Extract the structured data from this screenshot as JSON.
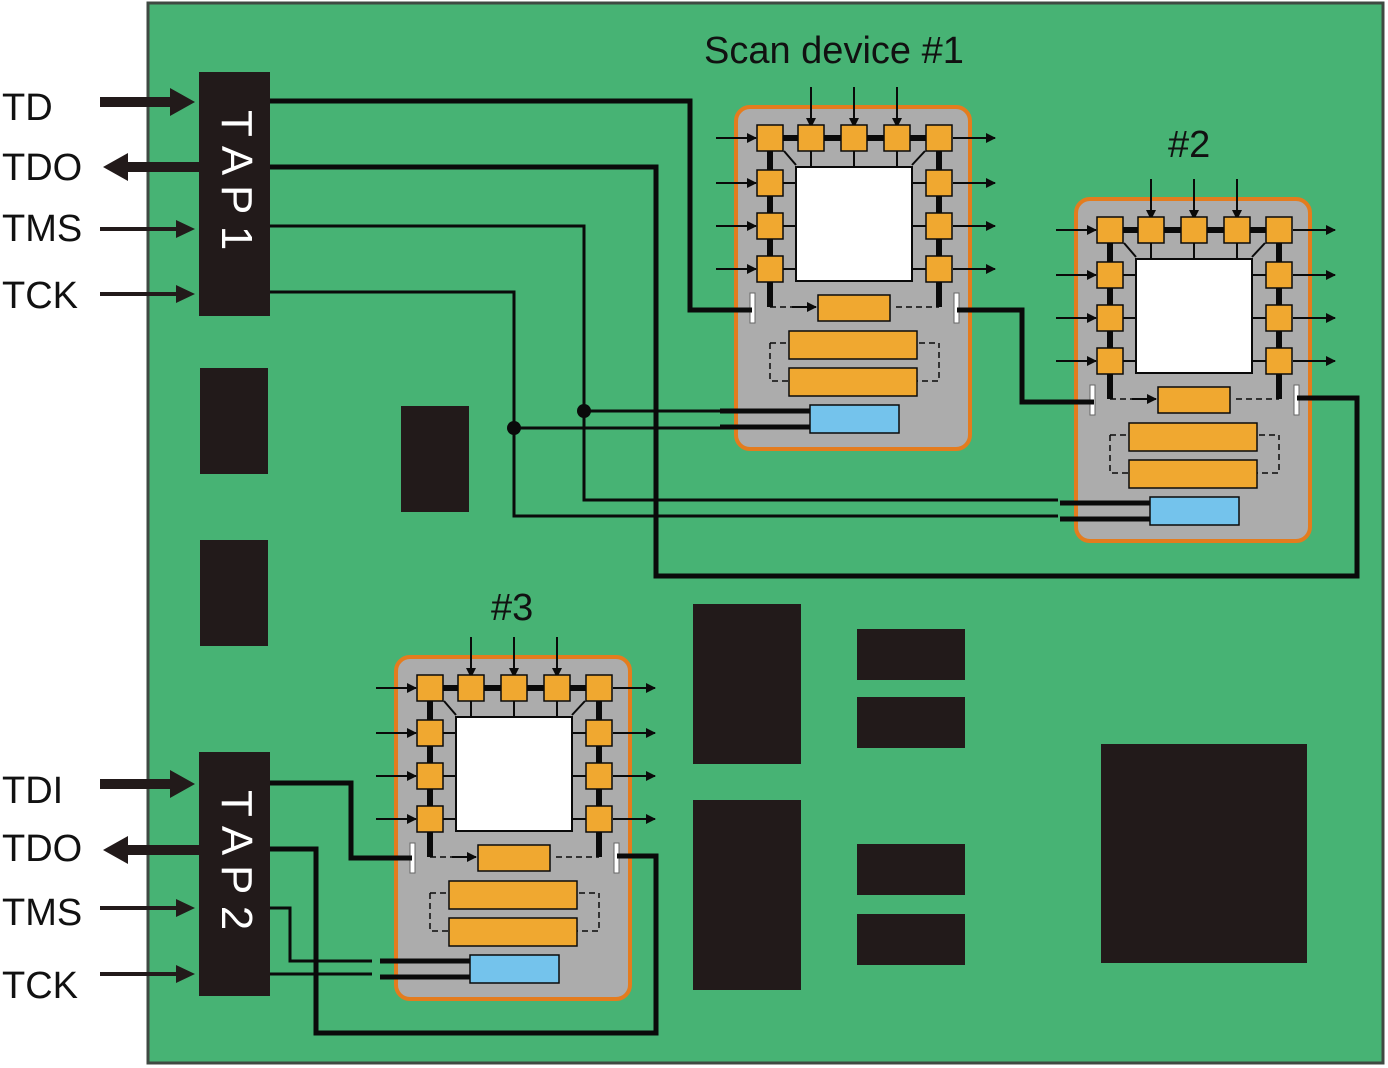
{
  "colors": {
    "board": "#47b374",
    "board_border": "#3f4a42",
    "chip": "#221a1a",
    "device_bg": "#acacac",
    "device_border": "#e47c1e",
    "cell": "#f0a830",
    "core": "#ffffff",
    "bypass": "#74c3ec",
    "wire": "#0a0a0a"
  },
  "labels": {
    "tap1_pins": [
      "TD",
      "TDO",
      "TMS",
      "TCK"
    ],
    "tap2_pins": [
      "TDI",
      "TDO",
      "TMS",
      "TCK"
    ],
    "tap1_name": "T A P 1",
    "tap2_name": "T A P 2",
    "device1_title": "Scan device #1",
    "device2_title": "#2",
    "device3_title": "#3"
  },
  "icons": {
    "pin_arrow_in": "arrow-right-icon",
    "pin_arrow_out": "arrow-left-icon"
  }
}
